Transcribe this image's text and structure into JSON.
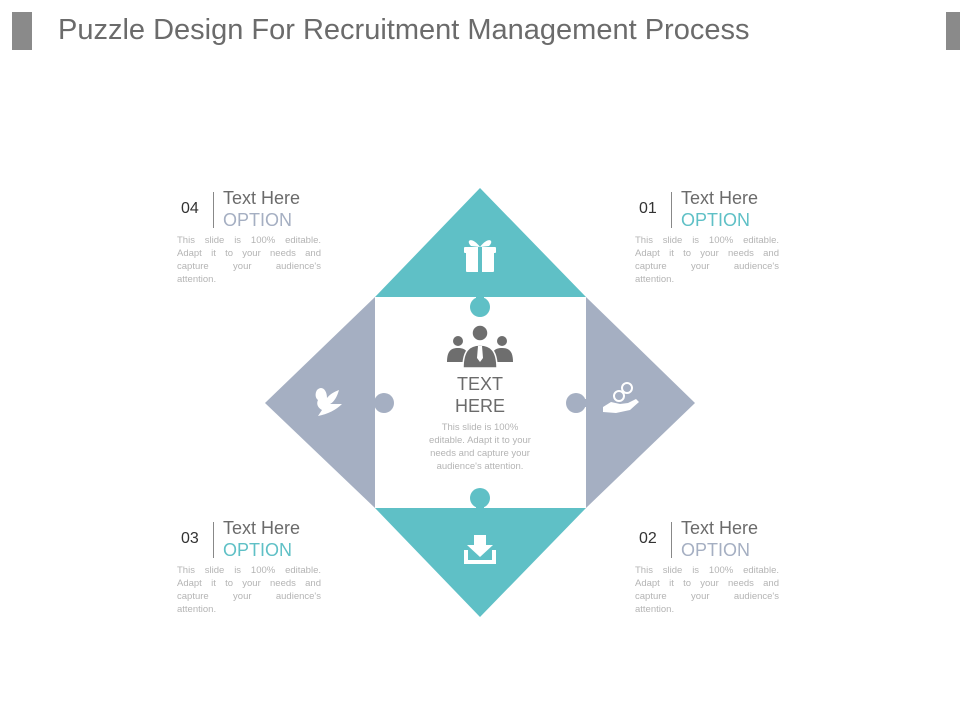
{
  "title": "Puzzle Design For Recruitment Management Process",
  "colors": {
    "teal": "#5fc0c6",
    "slate": "#a5afc2",
    "title_text": "#6b6b6b",
    "body_text": "#b4b4b4"
  },
  "center": {
    "icon": "team-icon",
    "heading_line1": "TEXT",
    "heading_line2": "HERE",
    "desc_lines": [
      "This slide is 100%",
      "editable. Adapt it to your",
      "needs and capture your",
      "audience's attention."
    ]
  },
  "pieces": [
    {
      "position": "top",
      "color": "teal",
      "icon": "gift-icon"
    },
    {
      "position": "right",
      "color": "slate",
      "icon": "hand-coins-icon"
    },
    {
      "position": "bottom",
      "color": "teal",
      "icon": "download-icon"
    },
    {
      "position": "left",
      "color": "slate",
      "icon": "dove-icon"
    }
  ],
  "blocks": {
    "b01": {
      "number": "01",
      "heading": "Text Here",
      "option": "OPTION",
      "option_color": "teal",
      "desc_lines": [
        "This slide is 100% editable.",
        "Adapt it to your needs and",
        "capture your audience's",
        "attention."
      ]
    },
    "b02": {
      "number": "02",
      "heading": "Text Here",
      "option": "OPTION",
      "option_color": "slate",
      "desc_lines": [
        "This slide is 100% editable.",
        "Adapt it to your needs and",
        "capture your audience's",
        "attention."
      ]
    },
    "b03": {
      "number": "03",
      "heading": "Text Here",
      "option": "OPTION",
      "option_color": "teal",
      "desc_lines": [
        "This slide is 100% editable.",
        "Adapt it to your needs and",
        "capture your audience's",
        "attention."
      ]
    },
    "b04": {
      "number": "04",
      "heading": "Text Here",
      "option": "OPTION",
      "option_color": "slate",
      "desc_lines": [
        "This slide is 100% editable.",
        "Adapt it to your needs and",
        "capture your audience's",
        "attention."
      ]
    }
  }
}
